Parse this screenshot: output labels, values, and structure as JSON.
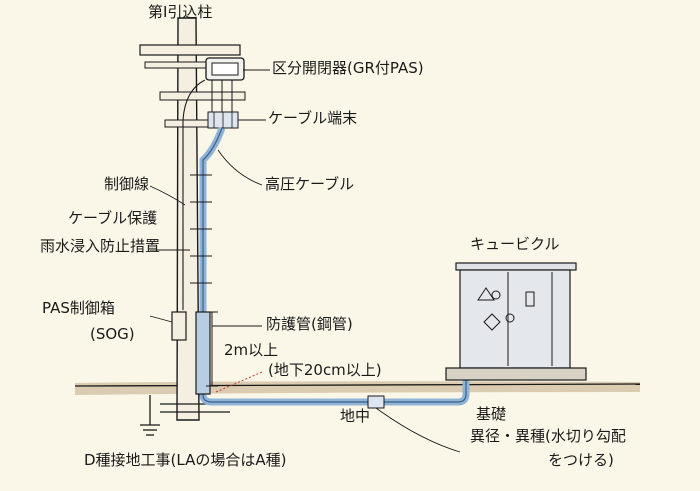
{
  "labels": {
    "pole": "第Ⅰ引込柱",
    "switch": "区分開閉器(GR付PAS)",
    "cable_terminal": "ケーブル端末",
    "hv_cable": "高圧ケーブル",
    "control_wire": "制御線",
    "cable_protect_1": "ケーブル保護",
    "cable_protect_2": "雨水浸入防止措置",
    "pas_box_1": "PAS制御箱",
    "pas_box_2": "(SOG)",
    "guard_pipe": "防護管(鋼管)",
    "height_above": "2m以上",
    "depth_below": "(地下20cm以上)",
    "cubicle": "キュービクル",
    "underground": "地中",
    "foundation": "基礎",
    "different_dia_1": "異径・異種(水切り勾配",
    "different_dia_2": "をつける)",
    "grounding": "D種接地工事(LAの場合はA種)"
  },
  "colors": {
    "background": "#fbf7e8",
    "pole": "#f4efe0",
    "line": "#1a1a1a",
    "cable": "#8fb4d8",
    "cable_dark": "#3d5f86",
    "cubicle": "#e4e8ec",
    "ground_fill": "#cdb89a"
  }
}
